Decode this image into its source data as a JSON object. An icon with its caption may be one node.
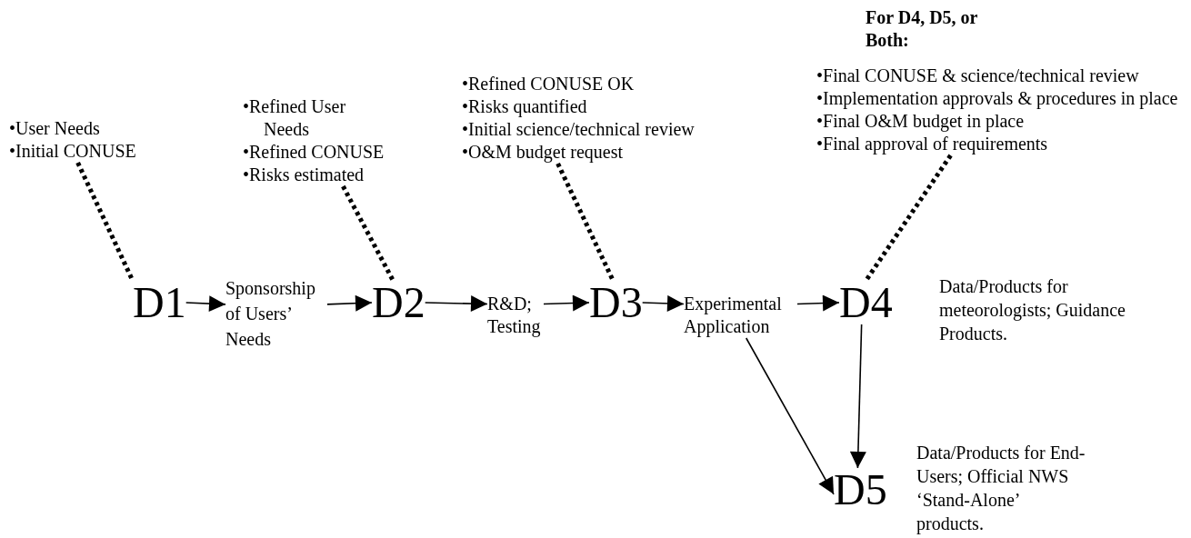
{
  "diagram": {
    "nodes": [
      {
        "text": [
          "D1"
        ]
      },
      {
        "text": [
          "Sponsorship of Users’ Needs"
        ]
      },
      {
        "text": [
          "D2"
        ]
      },
      {
        "text": [
          "R&D; Testing"
        ]
      },
      {
        "text": [
          "D3"
        ]
      },
      {
        "text": [
          "Experimental Application"
        ]
      },
      {
        "text": [
          "D4"
        ],
        "beside": [
          "Data/Products for meteorologists; Guidance Products."
        ]
      },
      {
        "text": [
          "D5"
        ],
        "beside": [
          "Data/Products for End-Users; Official NWS ‘Stand-Alone’ products."
        ]
      },
      {
        "text": [
          "•User Needs",
          "•Initial CONUSE"
        ]
      },
      {
        "text": [
          "•Refined User Needs",
          "•Refined CONUSE",
          "•Risks estimated"
        ]
      },
      {
        "text": [
          "•Refined CONUSE OK",
          "•Risks quantified",
          "•Initial science/technical review",
          "•O&M budget request"
        ]
      },
      {
        "text": [
          "For D4, D5, or Both:",
          "•Final CONUSE & science/technical review",
          "•Implementation approvals & procedures in place",
          "•Final O&M budget in place",
          "•Final approval of requirements"
        ]
      }
    ],
    "edges": [
      {
        "from": 0,
        "to": 1,
        "arrow": "to"
      },
      {
        "from": 1,
        "to": 2,
        "arrow": "to"
      },
      {
        "from": 2,
        "to": 3,
        "arrow": "to"
      },
      {
        "from": 3,
        "to": 4,
        "arrow": "to"
      },
      {
        "from": 4,
        "to": 5,
        "arrow": "to"
      },
      {
        "from": 5,
        "to": 6,
        "arrow": "to"
      },
      {
        "from": 5,
        "to": 7,
        "arrow": "to"
      },
      {
        "from": 6,
        "to": 7,
        "arrow": "to"
      },
      {
        "from": 8,
        "to": 0,
        "arrow": "none",
        "style": "dashed"
      },
      {
        "from": 9,
        "to": 2,
        "arrow": "none",
        "style": "dashed"
      },
      {
        "from": 10,
        "to": 4,
        "arrow": "none",
        "style": "dashed"
      },
      {
        "from": 11,
        "to": 6,
        "arrow": "none",
        "style": "dashed"
      }
    ]
  }
}
